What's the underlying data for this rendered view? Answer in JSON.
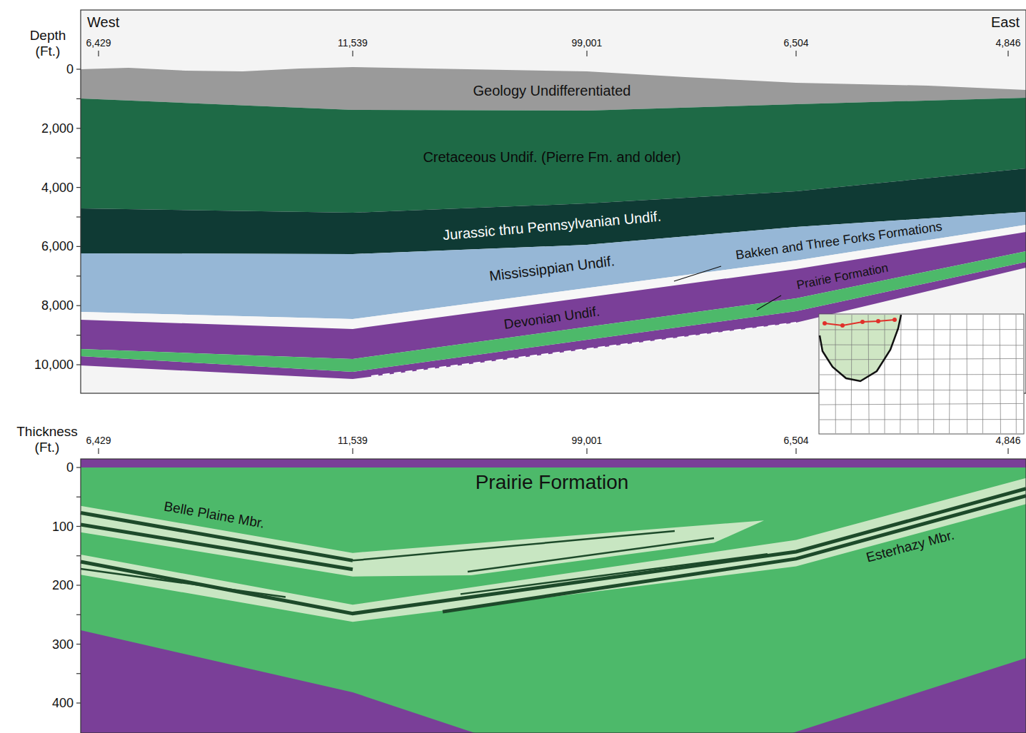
{
  "diagram": {
    "nodes": [
      {
        "text": [
          "Geology Undifferentiated"
        ]
      },
      {
        "text": [
          "Cretaceous Undif. (Pierre Fm. and older)"
        ]
      },
      {
        "text": [
          "Jurassic thru Pennsylvanian Undif."
        ]
      },
      {
        "text": [
          "Mississippian Undif."
        ]
      },
      {
        "text": [
          "Bakken and Three Forks Formations"
        ]
      },
      {
        "text": [
          "Devonian Undif."
        ]
      },
      {
        "text": [
          "Prairie Formation"
        ]
      },
      {
        "text": [
          "Prairie Formation"
        ]
      },
      {
        "text": [
          "Belle Plaine Mbr."
        ],
        "in": 7
      },
      {
        "text": [
          "Esterhazy Mbr."
        ],
        "in": 7
      }
    ],
    "labels": [
      "West",
      "East",
      "Depth (Ft.)",
      "6,429",
      "11,539",
      "99,001",
      "6,504",
      "4,846",
      "0",
      "2,000",
      "4,000",
      "6,000",
      "8,000",
      "10,000",
      "Thickness (Ft.)",
      "6,429",
      "11,539",
      "99,001",
      "6,504",
      "4,846",
      "0",
      "100",
      "200",
      "300",
      "400"
    ]
  }
}
